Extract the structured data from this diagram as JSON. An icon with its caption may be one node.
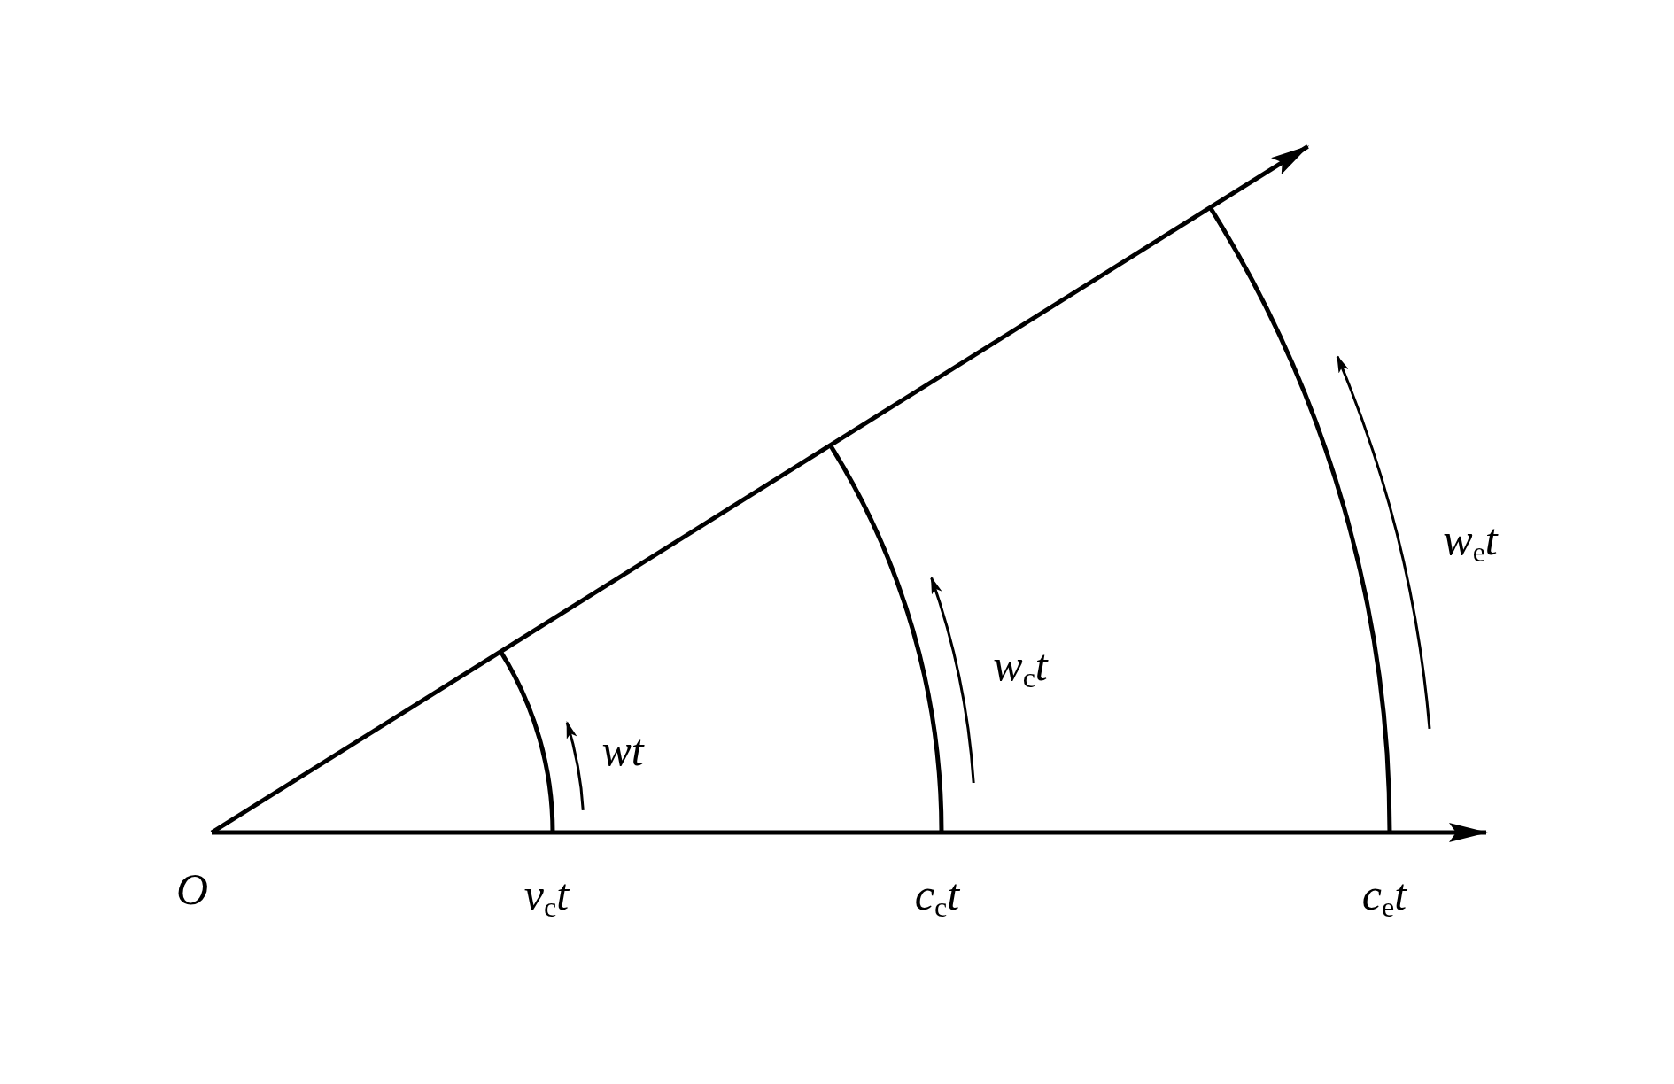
{
  "diagram": {
    "labels": [
      "w$_{e}$t",
      "w$_{c}$t",
      "wt",
      "O",
      "v$_{c}$t",
      "c$_{c}$t",
      "c$_{e}$t"
    ]
  }
}
